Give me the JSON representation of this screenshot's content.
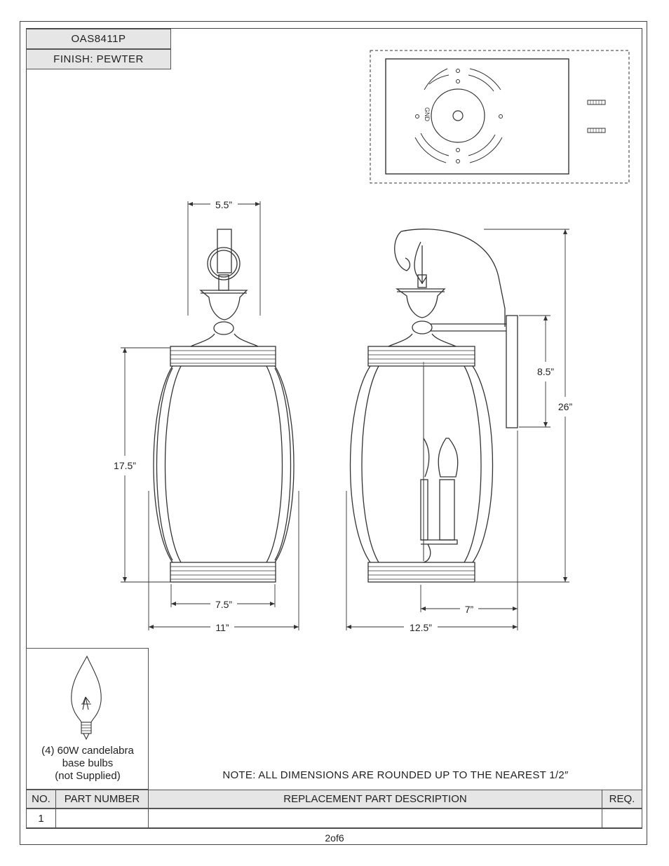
{
  "header": {
    "model": "OAS8411P",
    "finish": "FINISH: PEWTER"
  },
  "dimensions": {
    "front_width_top": "5.5”",
    "front_height": "17.5”",
    "front_width_inner": "7.5”",
    "front_width_outer": "11”",
    "side_backplate": "8.5”",
    "side_height": "26”",
    "side_extension": "7”",
    "side_depth": "12.5”"
  },
  "bracket_text": "GND",
  "bulb": {
    "line1": "(4) 60W candelabra",
    "line2": "base bulbs",
    "line3": "(not Supplied)"
  },
  "note": "NOTE:  ALL DIMENSIONS ARE ROUNDED UP TO THE NEAREST  1/2″",
  "parts_table": {
    "headers": {
      "no": "NO.",
      "part_number": "PART NUMBER",
      "description": "REPLACEMENT PART DESCRIPTION",
      "req": "REQ."
    },
    "rows": [
      {
        "no": "1",
        "part_number": "",
        "description": "",
        "req": ""
      }
    ]
  },
  "page_label": "2of6"
}
